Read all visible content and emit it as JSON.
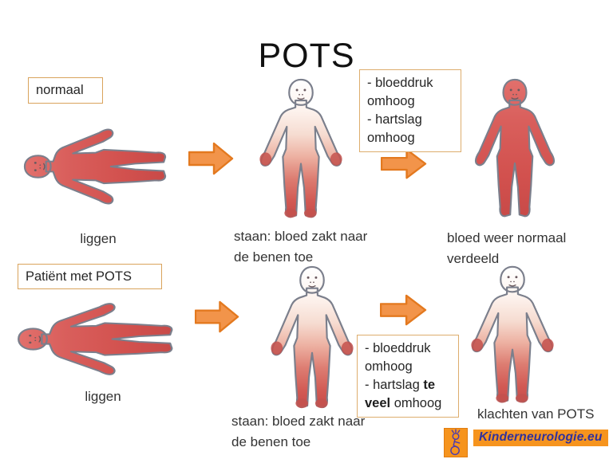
{
  "title": "POTS",
  "top_row": {
    "condition_label": "normaal",
    "lying_caption": "liggen",
    "standing_caption": {
      "line1": "staan: bloed zakt naar",
      "line2": "de benen toe"
    },
    "info_box": {
      "line1": "- bloeddruk",
      "line2": "omhoog",
      "line3": "- hartslag",
      "line4": "omhoog"
    },
    "result_caption": {
      "line1": "bloed weer normaal",
      "line2": "verdeeld"
    }
  },
  "bottom_row": {
    "condition_label": "Patiënt met POTS",
    "lying_caption": "liggen",
    "standing_caption": {
      "line1": "staan: bloed zakt naar",
      "line2": "de benen toe"
    },
    "info_box": {
      "line1": "- bloeddruk",
      "line2": "omhoog",
      "line3_normal": "- hartslag ",
      "line3_bold": "te",
      "line4_bold": "veel",
      "line4_normal": " omhoog"
    },
    "result_caption": "klachten van POTS"
  },
  "logo": {
    "site": "Kinderneurologie.eu"
  },
  "colors": {
    "arrow_fill": "#F2944A",
    "arrow_stroke": "#E3791F",
    "box_border": "#D9A35C",
    "logo_background": "#F6941E",
    "logo_text_color": "#32329B",
    "blood_red": "#D1514D"
  }
}
